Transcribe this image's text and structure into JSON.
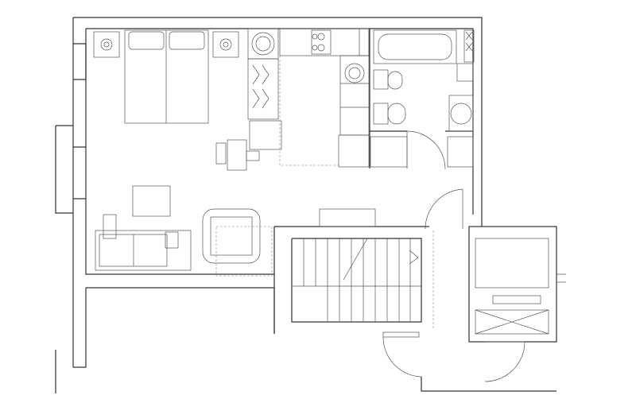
{
  "plan": {
    "background_color": "#ffffff",
    "line_color": "#333333",
    "rooms": [
      "bedroom-living",
      "kitchen",
      "bathroom",
      "staircase",
      "elevator"
    ]
  }
}
